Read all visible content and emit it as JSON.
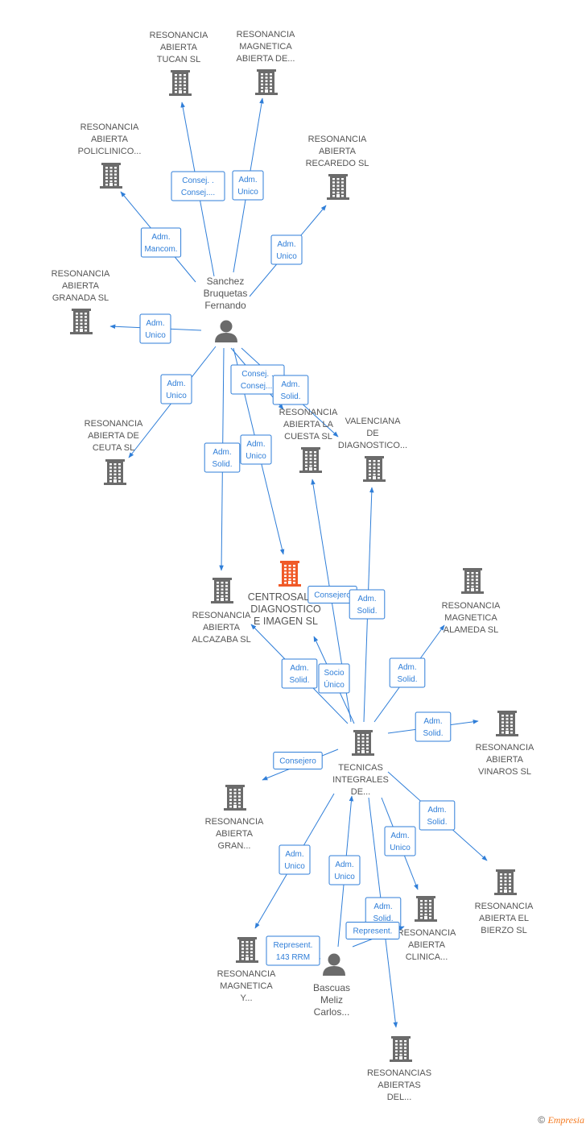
{
  "colors": {
    "edge": "#2f7ed8",
    "company": "#6b6b6b",
    "focus": "#f05a28",
    "person": "#6b6b6b",
    "text": "#555555"
  },
  "nodes": [
    {
      "id": "tucan",
      "kind": "company",
      "label": [
        "RESONANCIA",
        "ABIERTA",
        "TUCAN SL"
      ]
    },
    {
      "id": "magnetica_abierta",
      "kind": "company",
      "label": [
        "RESONANCIA",
        "MAGNETICA",
        "ABIERTA DE..."
      ]
    },
    {
      "id": "policlinico",
      "kind": "company",
      "label": [
        "RESONANCIA",
        "ABIERTA",
        "POLICLINICO..."
      ]
    },
    {
      "id": "recaredo",
      "kind": "company",
      "label": [
        "RESONANCIA",
        "ABIERTA",
        "RECAREDO SL"
      ]
    },
    {
      "id": "granada",
      "kind": "company",
      "label": [
        "RESONANCIA",
        "ABIERTA",
        "GRANADA SL"
      ]
    },
    {
      "id": "sanchez",
      "kind": "person",
      "label": [
        "Sanchez",
        "Bruquetas",
        "Fernando"
      ]
    },
    {
      "id": "ceuta",
      "kind": "company",
      "label": [
        "RESONANCIA",
        "ABIERTA DE",
        "CEUTA SL"
      ]
    },
    {
      "id": "cuesta",
      "kind": "company",
      "label": [
        "RESONANCIA",
        "ABIERTA LA",
        "CUESTA SL"
      ]
    },
    {
      "id": "valenciana",
      "kind": "company",
      "label": [
        "VALENCIANA",
        "DE",
        "DIAGNOSTICO..."
      ]
    },
    {
      "id": "centrosalud",
      "kind": "focus",
      "label": [
        "CENTROSALUD",
        "DIAGNOSTICO",
        "E IMAGEN SL"
      ]
    },
    {
      "id": "alcazaba",
      "kind": "company",
      "label": [
        "RESONANCIA",
        "ABIERTA",
        "ALCAZABA SL"
      ]
    },
    {
      "id": "alameda",
      "kind": "company",
      "label": [
        "RESONANCIA",
        "MAGNETICA",
        "ALAMEDA SL"
      ]
    },
    {
      "id": "tecnicas",
      "kind": "company",
      "label": [
        "TECNICAS",
        "INTEGRALES",
        "DE..."
      ]
    },
    {
      "id": "vinaros",
      "kind": "company",
      "label": [
        "RESONANCIA",
        "ABIERTA",
        "VINAROS SL"
      ]
    },
    {
      "id": "gran",
      "kind": "company",
      "label": [
        "RESONANCIA",
        "ABIERTA",
        "GRAN..."
      ]
    },
    {
      "id": "bierzo",
      "kind": "company",
      "label": [
        "RESONANCIA",
        "ABIERTA EL",
        "BIERZO SL"
      ]
    },
    {
      "id": "clinica",
      "kind": "company",
      "label": [
        "RESONANCIA",
        "ABIERTA",
        "CLINICA..."
      ]
    },
    {
      "id": "magnetica_y",
      "kind": "company",
      "label": [
        "RESONANCIA",
        "MAGNETICA",
        "Y..."
      ]
    },
    {
      "id": "bascuas",
      "kind": "person",
      "label": [
        "Bascuas",
        "Meliz",
        "Carlos..."
      ]
    },
    {
      "id": "resonancias_abiertas",
      "kind": "company",
      "label": [
        "RESONANCIAS",
        "ABIERTAS",
        "DEL..."
      ]
    }
  ],
  "edges": [
    {
      "from": "sanchez",
      "to": "tucan",
      "label": [
        "Consej. .",
        "Consej...."
      ]
    },
    {
      "from": "sanchez",
      "to": "magnetica_abierta",
      "label": [
        "Adm.",
        "Unico"
      ]
    },
    {
      "from": "sanchez",
      "to": "policlinico",
      "label": [
        "Adm.",
        "Mancom."
      ]
    },
    {
      "from": "sanchez",
      "to": "recaredo",
      "label": [
        "Adm.",
        "Unico"
      ]
    },
    {
      "from": "sanchez",
      "to": "granada",
      "label": [
        "Adm.",
        "Unico"
      ]
    },
    {
      "from": "sanchez",
      "to": "ceuta",
      "label": [
        "Adm.",
        "Unico"
      ]
    },
    {
      "from": "sanchez",
      "to": "cuesta",
      "label": [
        "Consej. .",
        "Consej...."
      ]
    },
    {
      "from": "sanchez",
      "to": "valenciana",
      "label": [
        "Adm.",
        "Solid."
      ]
    },
    {
      "from": "sanchez",
      "to": "alcazaba",
      "label": [
        "Adm.",
        "Solid."
      ]
    },
    {
      "from": "sanchez",
      "to": "centrosalud",
      "label": [
        "Adm.",
        "Unico"
      ]
    },
    {
      "from": "tecnicas",
      "to": "cuesta",
      "label": [
        "Consejero"
      ]
    },
    {
      "from": "tecnicas",
      "to": "valenciana",
      "label": [
        "Adm.",
        "Solid."
      ]
    },
    {
      "from": "tecnicas",
      "to": "alcazaba",
      "label": [
        "Adm.",
        "Solid."
      ]
    },
    {
      "from": "tecnicas",
      "to": "centrosalud",
      "label": [
        "Socio",
        "Único"
      ]
    },
    {
      "from": "tecnicas",
      "to": "alameda",
      "label": [
        "Adm.",
        "Solid."
      ]
    },
    {
      "from": "tecnicas",
      "to": "vinaros",
      "label": [
        "Adm.",
        "Solid."
      ]
    },
    {
      "from": "tecnicas",
      "to": "gran",
      "label": [
        "Consejero"
      ]
    },
    {
      "from": "tecnicas",
      "to": "bierzo",
      "label": [
        "Adm.",
        "Solid."
      ]
    },
    {
      "from": "tecnicas",
      "to": "clinica",
      "label": [
        "Adm.",
        "Unico"
      ]
    },
    {
      "from": "tecnicas",
      "to": "magnetica_y",
      "label": [
        "Adm.",
        "Unico"
      ]
    },
    {
      "from": "tecnicas",
      "to": "resonancias_abiertas",
      "label": [
        "Adm.",
        "Solid."
      ]
    },
    {
      "from": "bascuas",
      "to": "tecnicas",
      "label": [
        "Adm.",
        "Unico"
      ]
    },
    {
      "from": "bascuas",
      "to": "magnetica_y",
      "label": [
        "Represent.",
        "143 RRM"
      ]
    },
    {
      "from": "bascuas",
      "to": "clinica",
      "label": [
        "Represent."
      ]
    }
  ],
  "footer": {
    "copyright": "©",
    "brand": "Empresia"
  }
}
